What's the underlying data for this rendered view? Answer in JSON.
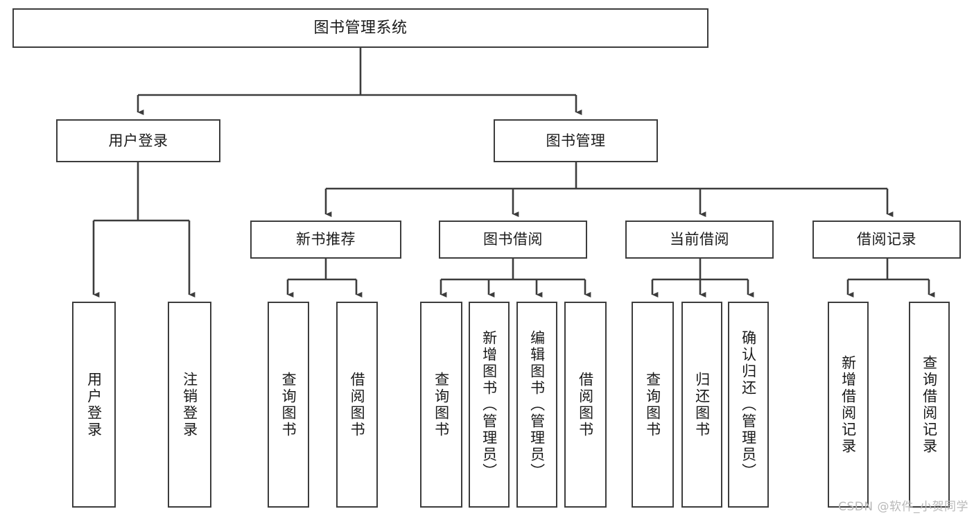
{
  "diagram": {
    "title": "图书管理系统",
    "type": "tree",
    "orientation": "top-down",
    "colors": {
      "box_border": "#3c3c3c",
      "box_fill": "#ffffff",
      "edge": "#3c3c3c",
      "text": "#1a1a1a",
      "watermark": "#b9b9b9",
      "background": "#ffffff"
    },
    "nodes": {
      "root": {
        "label": "图书管理系统"
      },
      "level2": [
        {
          "id": "user-login",
          "label": "用户登录"
        },
        {
          "id": "book-manage",
          "label": "图书管理"
        }
      ],
      "level3": [
        {
          "id": "new-book-recommend",
          "label": "新书推荐"
        },
        {
          "id": "book-borrow",
          "label": "图书借阅"
        },
        {
          "id": "current-borrow",
          "label": "当前借阅"
        },
        {
          "id": "borrow-record",
          "label": "借阅记录"
        }
      ],
      "leaves": {
        "user-login": [
          {
            "id": "leaf-user-login",
            "label": "用户登录"
          },
          {
            "id": "leaf-logout-login",
            "label": "注销登录"
          }
        ],
        "new-book-recommend": [
          {
            "id": "leaf-query-book-1",
            "label": "查询图书"
          },
          {
            "id": "leaf-borrow-book-1",
            "label": "借阅图书"
          }
        ],
        "book-borrow": [
          {
            "id": "leaf-query-book-2",
            "label": "查询图书"
          },
          {
            "id": "leaf-add-book",
            "label": "新增图书（管理员）"
          },
          {
            "id": "leaf-edit-book",
            "label": "编辑图书（管理员）"
          },
          {
            "id": "leaf-borrow-book-2",
            "label": "借阅图书"
          }
        ],
        "current-borrow": [
          {
            "id": "leaf-query-book-3",
            "label": "查询图书"
          },
          {
            "id": "leaf-return-book",
            "label": "归还图书"
          },
          {
            "id": "leaf-confirm-return",
            "label": "确认归还（管理员）"
          }
        ],
        "borrow-record": [
          {
            "id": "leaf-add-record",
            "label": "新增借阅记录"
          },
          {
            "id": "leaf-query-record",
            "label": "查询借阅记录"
          }
        ]
      }
    },
    "watermark": "CSDN @软件_小贺同学"
  }
}
